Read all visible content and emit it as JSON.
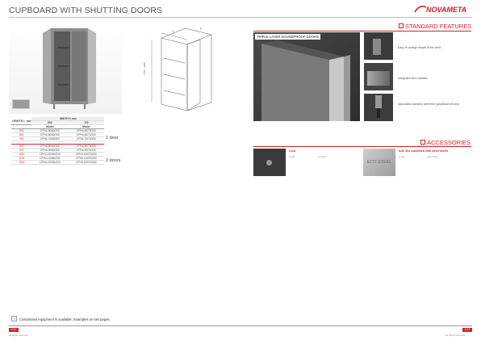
{
  "header": {
    "title": "CUPBOARD WITH SHUTTING DOORS",
    "brand": "NOVAMETA"
  },
  "standard_features": {
    "title": "STANDARD FEATURES",
    "photo_caption": "TRIPLE LAYER SOUNDPROOF DOORS",
    "items": [
      {
        "text": "Easy to change height of the shelf"
      },
      {
        "text": "Integrated door handles"
      },
      {
        "text": "Adjustable stainless steel feet (amplitude 65 mm)"
      }
    ]
  },
  "accessories": {
    "title": "ACCESSORIES",
    "items": [
      {
        "name": "Lock",
        "code_label": "Code",
        "code": "E.7105"
      },
      {
        "name": "AISI 304 combined with other steels",
        "code_label": "Code",
        "code": "Eco Steel",
        "badge": "ECO STEEL"
      }
    ]
  },
  "drawing": {
    "dim_height": "1700 - 2000",
    "dim_width": "L",
    "dim_depth": "P"
  },
  "table": {
    "col_length": "LENGTH L, mm",
    "col_width": "WIDTH P, mm",
    "sub_cols": [
      "600",
      "700"
    ],
    "model_label": "Model",
    "groups": [
      {
        "label": "1 door",
        "rows": [
          [
            "500",
            "CPH4-50/60/200",
            "CPH4-50/70/200"
          ],
          [
            "600",
            "CPH4-60/60/200",
            "CPH4-60/70/200"
          ],
          [
            "700",
            "CPH4-70/60/200",
            "CPH4-70/70/200"
          ]
        ]
      },
      {
        "label": "2 doors",
        "rows": [
          [
            "800",
            "CPH4-80/60/200",
            "CPH4-80/70/200"
          ],
          [
            "900",
            "CPH4-90/60/200",
            "CPH4-90/70/200"
          ],
          [
            "1000",
            "CPH4-100/60/200",
            "CPH4-100/70/200"
          ],
          [
            "1100",
            "CPH4-110/60/200",
            "CPH4-110/70/200"
          ],
          [
            "1200",
            "CPH4-120/60/200",
            "CPH4-120/70/200"
          ]
        ]
      }
    ]
  },
  "footer": {
    "note": "Customised equipment is available. Examples on last pages.",
    "page_left": "4.17",
    "page_right": "4.17",
    "copyright_left": "all rights reserved",
    "copyright_right": "all rights reserved"
  }
}
